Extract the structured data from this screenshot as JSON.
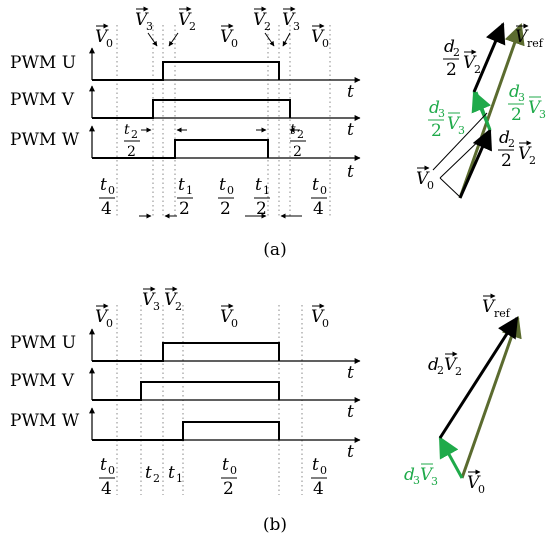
{
  "colors": {
    "ink": "#000000",
    "green": "#1faa4a",
    "olive": "#5b6b2f",
    "grid": "#888888"
  },
  "panel_a": {
    "caption": "(a)",
    "signals": [
      "PWM U",
      "PWM V",
      "PWM W"
    ],
    "axis": "t",
    "top_vectors": [
      "V0",
      "V3",
      "V2",
      "V0",
      "V2",
      "V3",
      "V0"
    ],
    "bottom_terms": [
      {
        "num": "t₀",
        "den": "4"
      },
      {
        "num": "t₁",
        "den": "2"
      },
      {
        "num": "t₀",
        "den": "2"
      },
      {
        "num": "t₁",
        "den": "2"
      },
      {
        "num": "t₀",
        "den": "4"
      }
    ],
    "t2_label": {
      "num": "t₂",
      "den": "2"
    },
    "vector_labels": {
      "vref": "V",
      "vref_sub": "ref",
      "d2": "d₂",
      "d3": "d₃",
      "two": "2",
      "v2": "V₂",
      "v3": "V₃",
      "v0": "V₀"
    }
  },
  "panel_b": {
    "caption": "(b)",
    "signals": [
      "PWM U",
      "PWM V",
      "PWM W"
    ],
    "axis": "t",
    "top_vectors": [
      "V0",
      "V3",
      "V2",
      "V0",
      "V0"
    ],
    "bottom_terms": [
      {
        "num": "t₀",
        "den": "4"
      },
      {
        "num": "t₂",
        "den": ""
      },
      {
        "num": "t₁",
        "den": ""
      },
      {
        "num": "t₀",
        "den": "2"
      },
      {
        "num": "t₀",
        "den": "4"
      }
    ],
    "vector_labels": {
      "vref": "V",
      "vref_sub": "ref",
      "d2v2": "d₂V₂",
      "d3v3": "d₃V₃",
      "v0": "V₀"
    }
  }
}
